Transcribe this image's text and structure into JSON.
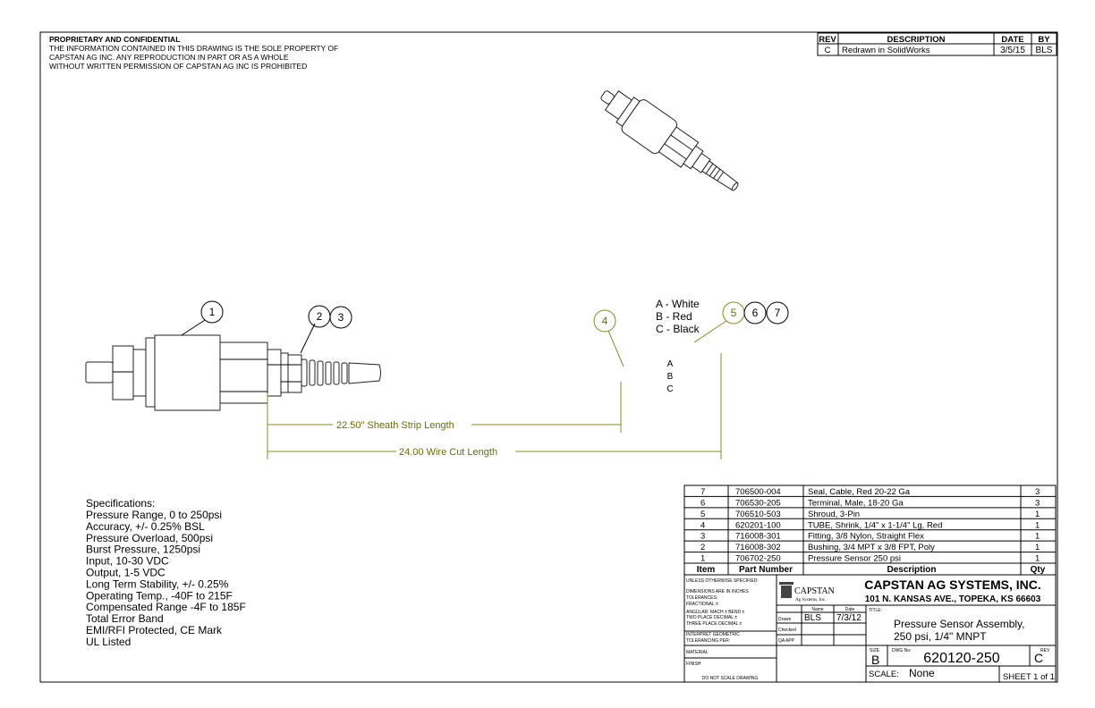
{
  "notice": {
    "heading": "PROPRIETARY AND CONFIDENTIAL",
    "lines": [
      "THE INFORMATION CONTAINED IN THIS DRAWING IS THE SOLE PROPERTY OF",
      "CAPSTAN AG INC. ANY REPRODUCTION IN PART OR AS A WHOLE",
      "WITHOUT WRITTEN PERMISSION OF CAPSTAN AG INC IS PROHIBITED"
    ]
  },
  "revisions": {
    "headers": [
      "REV",
      "DESCRIPTION",
      "DATE",
      "BY"
    ],
    "rows": [
      {
        "rev": "C",
        "description": "Redrawn in SolidWorks",
        "date": "3/5/15",
        "by": "BLS"
      }
    ]
  },
  "balloons": [
    "1",
    "2",
    "3",
    "4",
    "5",
    "6",
    "7"
  ],
  "wire_legend": [
    "A - White",
    "B - Red",
    "C - Black"
  ],
  "pin_labels": [
    "A",
    "B",
    "C"
  ],
  "dimensions": {
    "sheath": "22.50\" Sheath Strip Length",
    "wire": "24.00 Wire Cut Length"
  },
  "specifications": {
    "title": "Specifications:",
    "items": [
      "Pressure Range, 0 to 250psi",
      "Accuracy, +/- 0.25% BSL",
      "Pressure Overload, 500psi",
      "Burst Pressure, 1250psi",
      "Input, 10-30 VDC",
      "Output, 1-5 VDC",
      "Long Term Stability, +/- 0.25%",
      "Operating Temp., -40F to 215F",
      "Compensated Range -4F to 185F",
      "Total Error Band",
      "EMI/RFI Protected, CE Mark",
      "UL Listed"
    ]
  },
  "bom": {
    "headers": [
      "Item",
      "Part Number",
      "Description",
      "Qty"
    ],
    "rows": [
      {
        "item": "7",
        "part": "706500-004",
        "desc": "Seal, Cable, Red 20-22 Ga",
        "qty": "3"
      },
      {
        "item": "6",
        "part": "706530-205",
        "desc": "Terminal, Male, 18-20 Ga",
        "qty": "3"
      },
      {
        "item": "5",
        "part": "706510-503",
        "desc": "Shroud, 3-Pin",
        "qty": "1"
      },
      {
        "item": "4",
        "part": "620201-100",
        "desc": "TUBE, Shrink, 1/4\" x 1-1/4\" Lg, Red",
        "qty": "1"
      },
      {
        "item": "3",
        "part": "716008-301",
        "desc": "Fitting, 3/8 Nylon, Straight Flex",
        "qty": "1"
      },
      {
        "item": "2",
        "part": "716008-302",
        "desc": "Bushing, 3/4 MPT x 3/8 FPT, Poly",
        "qty": "1"
      },
      {
        "item": "1",
        "part": "706702-250",
        "desc": "Pressure Sensor 250 psi",
        "qty": "1"
      }
    ]
  },
  "title_block": {
    "tolerances": [
      "UNLESS OTHERWISE SPECIFIED:",
      "DIMENSIONS ARE IN INCHES",
      "TOLERANCES:",
      "FRACTIONAL ±",
      "ANGULAR: MACH ±   BEND ±",
      "TWO PLACE DECIMAL   ±",
      "THREE PLACE DECIMAL  ±",
      "INTERPRET GEOMETRIC",
      "TOLERANCING PER:"
    ],
    "material": "MATERIAL",
    "finish": "FINISH",
    "no_scale": "DO NOT SCALE DRAWING",
    "logo_text": "CAPSTAN",
    "logo_sub": "Ag Systems, Inc.",
    "company": "CAPSTAN AG SYSTEMS, INC.",
    "address": "101 N. KANSAS AVE., TOPEKA, KS 66603",
    "name_hdr": "Name",
    "date_hdr": "Date",
    "drawn": "Drawn",
    "checked": "Checked",
    "qa": "QA APP",
    "drawn_name": "BLS",
    "drawn_date": "7/3/12",
    "title_label": "TITLE:",
    "title": [
      "Pressure Sensor Assembly,",
      "250 psi, 1/4\" MNPT"
    ],
    "size_label": "SIZE",
    "size": "B",
    "dwg_label": "DWG No:",
    "dwg_no": "620120-250",
    "rev_label": "REV",
    "rev": "C",
    "scale_label": "SCALE:",
    "scale": "None",
    "sheet": "SHEET 1 of 1"
  }
}
